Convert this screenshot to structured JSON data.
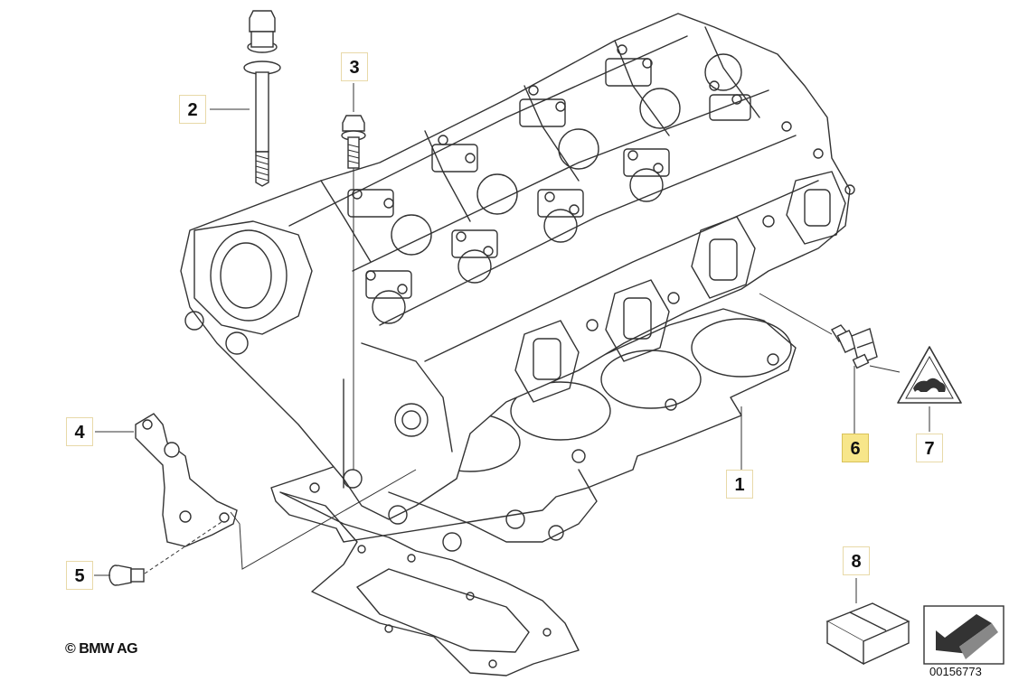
{
  "diagram": {
    "copyright": "© BMW AG",
    "diagram_id": "00156773",
    "highlight_color": "#f7e68a",
    "line_color": "#333333",
    "callouts": [
      {
        "id": "1",
        "label": "1",
        "highlighted": false
      },
      {
        "id": "2",
        "label": "2",
        "highlighted": false
      },
      {
        "id": "3",
        "label": "3",
        "highlighted": false
      },
      {
        "id": "4",
        "label": "4",
        "highlighted": false
      },
      {
        "id": "5",
        "label": "5",
        "highlighted": false
      },
      {
        "id": "6",
        "label": "6",
        "highlighted": true
      },
      {
        "id": "7",
        "label": "7",
        "highlighted": false
      },
      {
        "id": "8",
        "label": "8",
        "highlighted": false
      }
    ]
  }
}
